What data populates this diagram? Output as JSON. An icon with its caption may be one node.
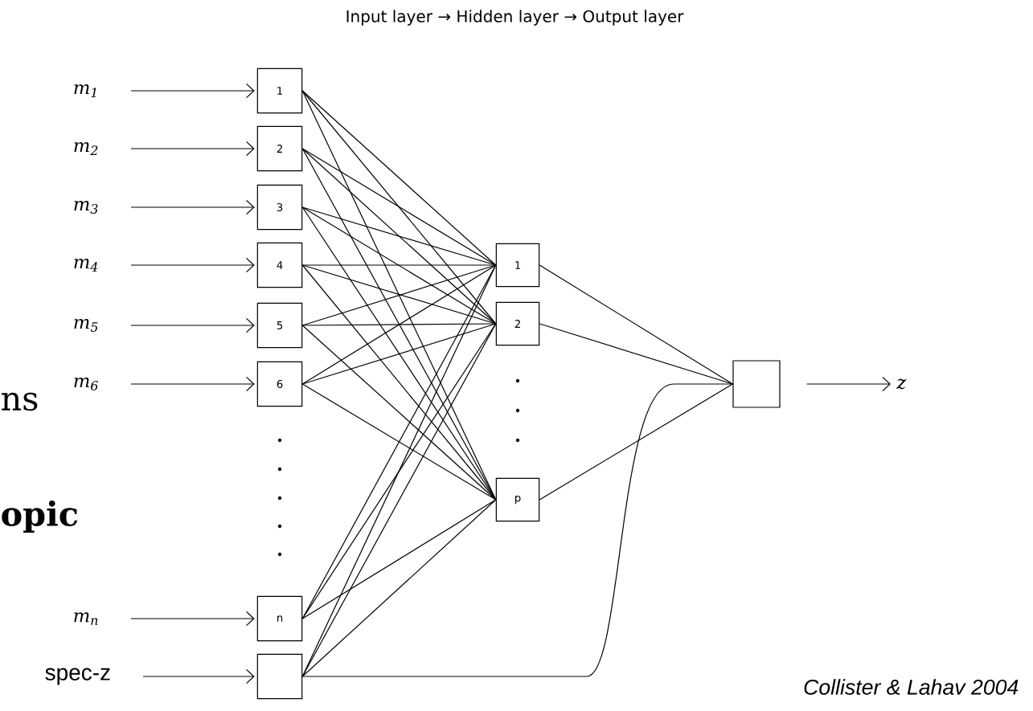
{
  "diagram": {
    "title": "Input layer → Hidden layer → Output layer",
    "caption": "Collister & Lahav 2004",
    "nodes": [
      {
        "text": [
          "m$_{1}$"
        ]
      },
      {
        "text": [
          "m$_{2}$"
        ]
      },
      {
        "text": [
          "m$_{3}$"
        ]
      },
      {
        "text": [
          "m$_{4}$"
        ]
      },
      {
        "text": [
          "m$_{5}$"
        ]
      },
      {
        "text": [
          "m$_{6}$"
        ]
      },
      {
        "text": [
          "m$_{n}$"
        ]
      },
      {
        "text": [
          "spec-z"
        ]
      },
      {
        "text": [
          "1"
        ]
      },
      {
        "text": [
          "2"
        ]
      },
      {
        "text": [
          "3"
        ]
      },
      {
        "text": [
          "4"
        ]
      },
      {
        "text": [
          "5"
        ]
      },
      {
        "text": [
          "6"
        ]
      },
      {
        "text": [
          "n"
        ]
      },
      {
        "text": [],
        "shape": "box"
      },
      {
        "text": [
          "1"
        ]
      },
      {
        "text": [
          "2"
        ]
      },
      {
        "text": [
          "p"
        ]
      },
      {
        "text": [],
        "shape": "box"
      },
      {
        "text": [
          "z"
        ]
      }
    ],
    "edges": [
      {
        "from": 0,
        "to": 8,
        "arrow": "to"
      },
      {
        "from": 1,
        "to": 9,
        "arrow": "to"
      },
      {
        "from": 2,
        "to": 10,
        "arrow": "to"
      },
      {
        "from": 3,
        "to": 11,
        "arrow": "to"
      },
      {
        "from": 4,
        "to": 12,
        "arrow": "to"
      },
      {
        "from": 5,
        "to": 13,
        "arrow": "to"
      },
      {
        "from": 6,
        "to": 14,
        "arrow": "to"
      },
      {
        "from": 7,
        "to": 15,
        "arrow": "to"
      },
      {
        "from": 8,
        "to": 16,
        "arrow": "none"
      },
      {
        "from": 8,
        "to": 17,
        "arrow": "none"
      },
      {
        "from": 8,
        "to": 18,
        "arrow": "none"
      },
      {
        "from": 9,
        "to": 16,
        "arrow": "none"
      },
      {
        "from": 9,
        "to": 17,
        "arrow": "none"
      },
      {
        "from": 9,
        "to": 18,
        "arrow": "none"
      },
      {
        "from": 10,
        "to": 16,
        "arrow": "none"
      },
      {
        "from": 10,
        "to": 17,
        "arrow": "none"
      },
      {
        "from": 10,
        "to": 18,
        "arrow": "none"
      },
      {
        "from": 11,
        "to": 16,
        "arrow": "none"
      },
      {
        "from": 11,
        "to": 17,
        "arrow": "none"
      },
      {
        "from": 11,
        "to": 18,
        "arrow": "none"
      },
      {
        "from": 12,
        "to": 16,
        "arrow": "none"
      },
      {
        "from": 12,
        "to": 17,
        "arrow": "none"
      },
      {
        "from": 12,
        "to": 18,
        "arrow": "none"
      },
      {
        "from": 13,
        "to": 16,
        "arrow": "none"
      },
      {
        "from": 13,
        "to": 17,
        "arrow": "none"
      },
      {
        "from": 13,
        "to": 18,
        "arrow": "none"
      },
      {
        "from": 14,
        "to": 16,
        "arrow": "none"
      },
      {
        "from": 14,
        "to": 17,
        "arrow": "none"
      },
      {
        "from": 14,
        "to": 18,
        "arrow": "none"
      },
      {
        "from": 15,
        "to": 16,
        "arrow": "none"
      },
      {
        "from": 15,
        "to": 17,
        "arrow": "none"
      },
      {
        "from": 15,
        "to": 18,
        "arrow": "none"
      },
      {
        "from": 16,
        "to": 19,
        "arrow": "none"
      },
      {
        "from": 17,
        "to": 19,
        "arrow": "none"
      },
      {
        "from": 18,
        "to": 19,
        "arrow": "none"
      },
      {
        "from": 15,
        "to": 19,
        "arrow": "none"
      },
      {
        "from": 19,
        "to": 20,
        "arrow": "to"
      }
    ],
    "labels": [
      "ns",
      "opic"
    ]
  }
}
